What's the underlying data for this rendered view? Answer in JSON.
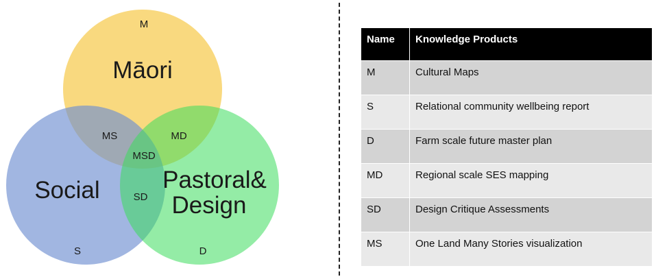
{
  "venn": {
    "sets": [
      {
        "id": "M",
        "label": "Māori",
        "letter": "M",
        "color": "#f7c948"
      },
      {
        "id": "S",
        "label": "Social",
        "letter": "S",
        "color": "#6f8fd1"
      },
      {
        "id": "D",
        "label_line1": "Pastoral&",
        "label_line2": "Design",
        "letter": "D",
        "color": "#3ddc5c"
      }
    ],
    "overlaps": {
      "ms": "MS",
      "md": "MD",
      "sd": "SD",
      "msd": "MSD"
    },
    "overlap_colors": {
      "ms": "#8f9a8a",
      "md": "#8bd94c",
      "sd": "#4fa3a9",
      "msd": "#7fab93"
    }
  },
  "table": {
    "headers": {
      "name": "Name",
      "products": "Knowledge Products"
    },
    "rows": [
      {
        "name": "M",
        "product": "Cultural Maps"
      },
      {
        "name": "S",
        "product": "Relational community wellbeing report"
      },
      {
        "name": "D",
        "product": "Farm scale future master plan"
      },
      {
        "name": "MD",
        "product": "Regional scale SES mapping"
      },
      {
        "name": "SD",
        "product": "Design Critique Assessments"
      },
      {
        "name": "MS",
        "product": "One Land Many Stories visualization"
      }
    ],
    "colors": {
      "header_bg": "#000000",
      "row_dark": "#d3d3d3",
      "row_light": "#e9e9e9"
    }
  }
}
